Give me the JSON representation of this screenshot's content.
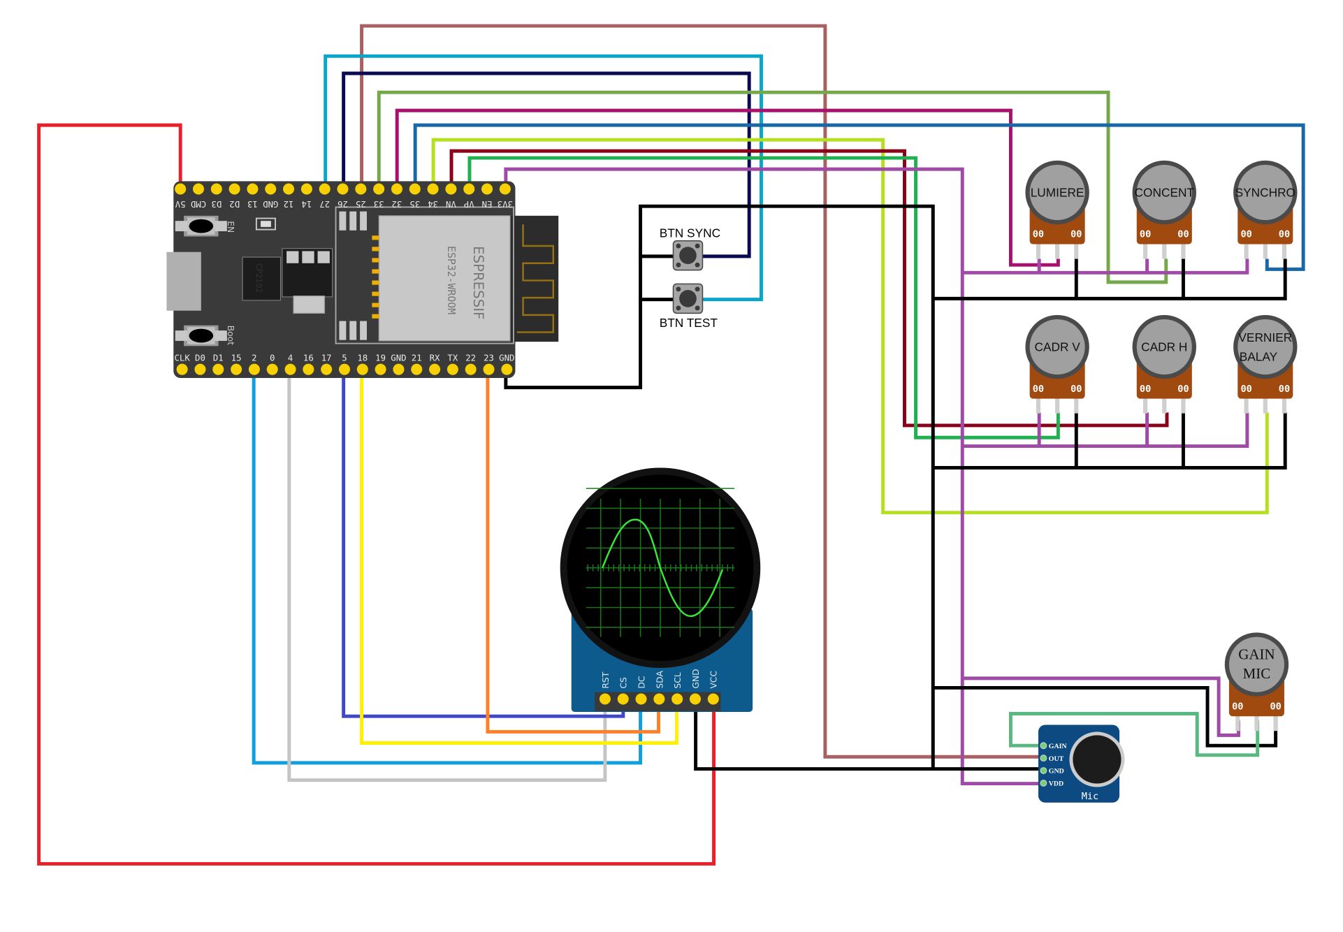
{
  "board": {
    "name": "ESP32-WROOM",
    "brand": "ESPRESSIF",
    "chip": "CP2102",
    "button_en": "EN",
    "button_boot": "Boot",
    "top_pins": [
      "5V",
      "CMD",
      "D3",
      "D2",
      "13",
      "GND",
      "12",
      "14",
      "27",
      "26",
      "25",
      "33",
      "32",
      "35",
      "34",
      "VN",
      "VP",
      "EN",
      "3V3"
    ],
    "bottom_pins": [
      "CLK",
      "D0",
      "D1",
      "15",
      "2",
      "0",
      "4",
      "16",
      "17",
      "5",
      "18",
      "19",
      "GND",
      "21",
      "RX",
      "TX",
      "22",
      "23",
      "GND"
    ]
  },
  "buttons": [
    {
      "label": "BTN SYNC"
    },
    {
      "label": "BTN TEST"
    }
  ],
  "potentiometers": [
    {
      "label": "LUMIERE"
    },
    {
      "label": "CONCENT"
    },
    {
      "label": "SYNCHRO"
    },
    {
      "label": "CADR V"
    },
    {
      "label": "CADR H"
    },
    {
      "label_line1": "VERNIER",
      "label_line2": "BALAY"
    },
    {
      "label_line1": "GAIN",
      "label_line2": "MIC"
    }
  ],
  "pot_marking": "00",
  "oled": {
    "pins": [
      "RST",
      "CS",
      "DC",
      "SDA",
      "SCL",
      "GND",
      "VCC"
    ]
  },
  "mic": {
    "label": "Mic",
    "pins": [
      "GAIN",
      "OUT",
      "GND",
      "VDD"
    ]
  },
  "wire_colors": {
    "red": "#e8202a",
    "cyan": "#0aa6c8",
    "navy": "#0a0a50",
    "brown": "#a86060",
    "olive_green": "#74a84a",
    "magenta": "#a8106e",
    "blue": "#1868a8",
    "lime": "#b4e020",
    "dark_red": "#8a0018",
    "green": "#20b050",
    "purple": "#a04aa8",
    "black": "#000000",
    "sky_blue": "#10a0e0",
    "light_gray": "#c4c4c4",
    "indigo": "#4048c8",
    "yellow": "#fff000",
    "orange": "#ff8028",
    "mint": "#58b880"
  }
}
